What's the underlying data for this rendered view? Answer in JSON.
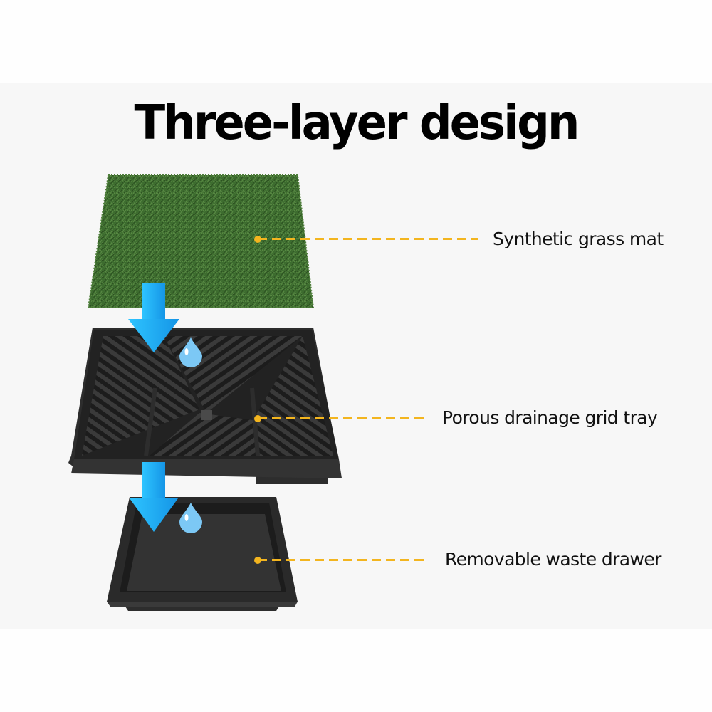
{
  "title": "Three-layer design",
  "layers": [
    {
      "label": "Synthetic grass mat",
      "component": "grass-mat"
    },
    {
      "label": "Porous drainage grid tray",
      "component": "grid-tray"
    },
    {
      "label": "Removable waste drawer",
      "component": "waste-drawer"
    }
  ],
  "icons": {
    "flow_arrow": "down-arrow-icon",
    "water_drop": "water-drop-icon"
  },
  "colors": {
    "panel_background": "#f7f7f7",
    "page_background": "#fefefe",
    "leader_line": "#f3b51f",
    "arrow_blue": "#1fa8f2",
    "drop_blue": "#7cc8f5",
    "grass_green": "#3b6b2e",
    "tray_black": "#2b2b2b"
  }
}
